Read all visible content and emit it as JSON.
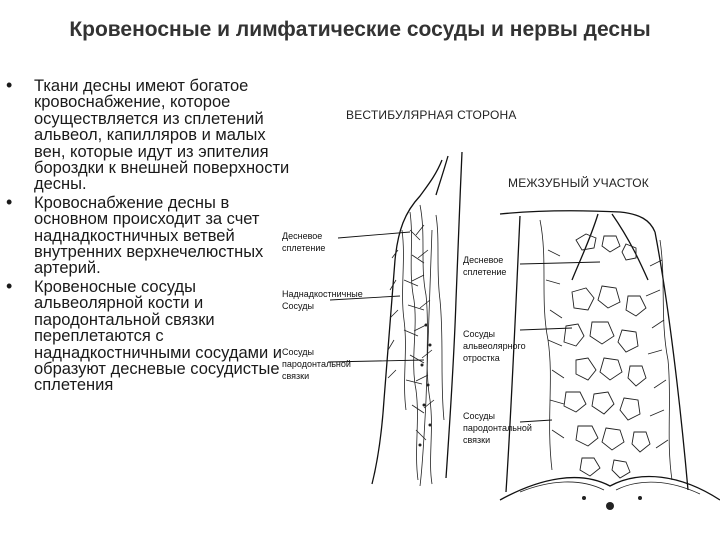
{
  "title": "Кровеносные и лимфатические сосуды и нервы десны",
  "bullets": [
    "Ткани десны имеют богатое кровоснабжение, которое осуществляется из сплетений альвеол, капилляров и малых вен, которые идут из эпителия бороздки к внешней поверхности десны.",
    "Кровоснабжение десны в основном происходит за счет наднадкостничных ветвей внутренних верхнечелюстных артерий.",
    "Кровеносные сосуды альвеолярной кости и пародонтальной связки переплетаются с наднадкостничными сосудами и образуют десневые сосудистые сплетения"
  ],
  "bullet_glyph": "•",
  "figure": {
    "left_header": "ВЕСТИБУЛЯРНАЯ СТОРОНА",
    "right_header": "МЕЖЗУБНЫЙ УЧАСТОК",
    "left_labels": [
      "Десневое сплетение",
      "Наднадкостничные Сосуды",
      "Сосуды пародонтальной связки"
    ],
    "right_labels": [
      "Десневое сплетение",
      "Сосуды альвеолярного отростка",
      "Сосуды пародонтальной связки"
    ]
  }
}
